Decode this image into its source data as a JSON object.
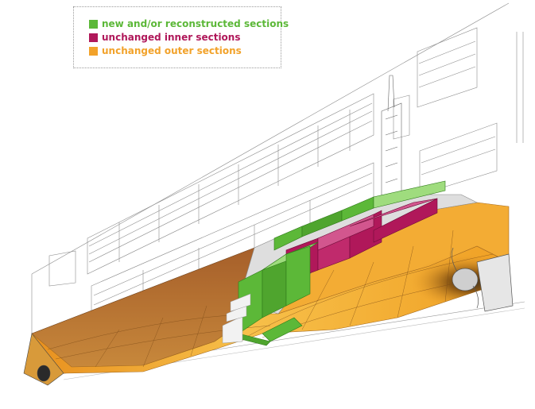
{
  "legend": {
    "items": [
      {
        "label": "new and/or reconstructed sections",
        "color": "#5cb838"
      },
      {
        "label": "unchanged inner sections",
        "color": "#b0185a"
      },
      {
        "label": "unchanged outer sections",
        "color": "#f2a22a"
      }
    ]
  },
  "colors": {
    "new": "#5cb838",
    "new_light": "#9fdc7e",
    "inner": "#b0185a",
    "inner_light": "#d2568e",
    "outer": "#f2a22a",
    "outer_dark": "#b9722e",
    "hull_side": "#b26a32",
    "deck": "#e0e0e0",
    "line": "#555555"
  }
}
